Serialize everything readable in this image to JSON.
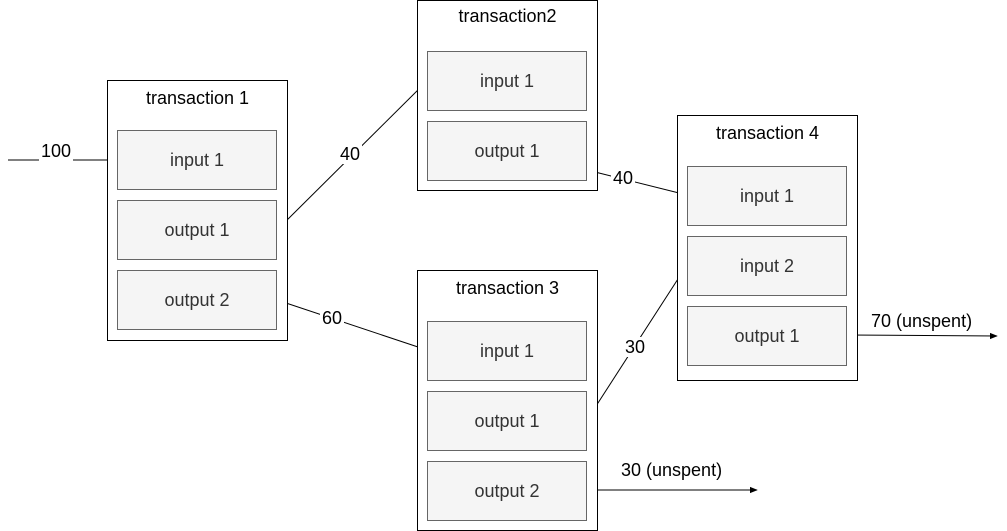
{
  "transactions": [
    {
      "title": "transaction 1",
      "slots": [
        "input 1",
        "output 1",
        "output 2"
      ]
    },
    {
      "title": "transaction2",
      "slots": [
        "input 1",
        "output 1"
      ]
    },
    {
      "title": "transaction 3",
      "slots": [
        "input 1",
        "output 1",
        "output 2"
      ]
    },
    {
      "title": "transaction 4",
      "slots": [
        "input 1",
        "input 2",
        "output 1"
      ]
    }
  ],
  "edges": {
    "genesis_to_t1": "100",
    "t1_out1_to_t2": "40",
    "t1_out2_to_t3": "60",
    "t2_out1_to_t4": "40",
    "t3_out1_to_t4": "30",
    "t3_out2_unspent": "30 (unspent)",
    "t4_out1_unspent": "70 (unspent)"
  },
  "colors": {
    "slot_fill": "#f5f5f5",
    "slot_border": "#666666",
    "line": "#000000"
  }
}
